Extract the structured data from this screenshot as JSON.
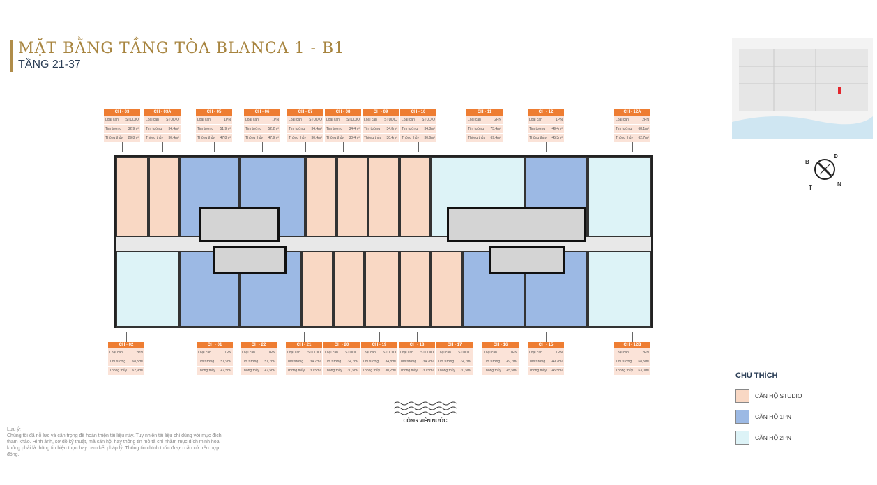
{
  "header": {
    "title": "MẶT BẰNG TẦNG TÒA BLANCA 1 - B1",
    "subtitle": "TẦNG 21-37"
  },
  "labels": {
    "type": "Loại căn",
    "gross": "Tim tường",
    "net": "Thông thủy"
  },
  "top_units": [
    {
      "id": "CH - 03",
      "type": "STUDIO",
      "gross": "32,9m²",
      "net": "29,8m²"
    },
    {
      "id": "CH - 03A",
      "type": "STUDIO",
      "gross": "34,4m²",
      "net": "30,4m²"
    },
    {
      "id": "CH - 05",
      "type": "1PN",
      "gross": "51,9m²",
      "net": "47,8m²"
    },
    {
      "id": "CH - 06",
      "type": "1PN",
      "gross": "52,2m²",
      "net": "47,9m²"
    },
    {
      "id": "CH - 07",
      "type": "STUDIO",
      "gross": "34,4m²",
      "net": "30,4m²"
    },
    {
      "id": "CH - 08",
      "type": "STUDIO",
      "gross": "34,4m²",
      "net": "30,4m²"
    },
    {
      "id": "CH - 09",
      "type": "STUDIO",
      "gross": "34,8m²",
      "net": "30,4m²"
    },
    {
      "id": "CH - 10",
      "type": "STUDIO",
      "gross": "34,8m²",
      "net": "30,6m²"
    },
    {
      "id": "CH - 11",
      "type": "2PN",
      "gross": "75,4m²",
      "net": "69,4m²"
    },
    {
      "id": "CH - 12",
      "type": "1PN",
      "gross": "49,4m²",
      "net": "45,3m²"
    },
    {
      "id": "CH - 12A",
      "type": "2PN",
      "gross": "68,1m²",
      "net": "62,7m²"
    }
  ],
  "bottom_units": [
    {
      "id": "CH - 02",
      "type": "2PN",
      "gross": "68,5m²",
      "net": "62,9m²"
    },
    {
      "id": "CH - 01",
      "type": "1PN",
      "gross": "51,9m²",
      "net": "47,5m²"
    },
    {
      "id": "CH - 22",
      "type": "1PN",
      "gross": "51,7m²",
      "net": "47,5m²"
    },
    {
      "id": "CH - 21",
      "type": "STUDIO",
      "gross": "34,7m²",
      "net": "30,5m²"
    },
    {
      "id": "CH - 20",
      "type": "STUDIO",
      "gross": "34,7m²",
      "net": "30,5m²"
    },
    {
      "id": "CH - 19",
      "type": "STUDIO",
      "gross": "34,8m²",
      "net": "30,2m²"
    },
    {
      "id": "CH - 18",
      "type": "STUDIO",
      "gross": "34,7m²",
      "net": "30,5m²"
    },
    {
      "id": "CH - 17",
      "type": "STUDIO",
      "gross": "34,7m²",
      "net": "30,5m²"
    },
    {
      "id": "CH - 16",
      "type": "1PN",
      "gross": "49,7m²",
      "net": "45,5m²"
    },
    {
      "id": "CH - 15",
      "type": "1PN",
      "gross": "49,7m²",
      "net": "45,5m²"
    },
    {
      "id": "CH - 12B",
      "type": "2PN",
      "gross": "68,5m²",
      "net": "63,0m²"
    }
  ],
  "compass": {
    "b": "B",
    "d": "Đ",
    "t": "T",
    "n": "N"
  },
  "park_label": "CÔNG VIÊN NƯỚC",
  "legend": {
    "title": "CHÚ THÍCH",
    "items": [
      {
        "label": "CĂN HỘ STUDIO",
        "color": "#f9d8c4"
      },
      {
        "label": "CĂN HỘ 1PN",
        "color": "#9cb9e4"
      },
      {
        "label": "CĂN HỘ 2PN",
        "color": "#ddf3f7"
      }
    ]
  },
  "note": {
    "title": "Lưu ý:",
    "text": "Chúng tôi đã nỗ lực và cẩn trọng để hoàn thiện tài liệu này. Tuy nhiên tài liệu chỉ dùng với mục đích tham khảo. Hình ảnh, sơ đồ kỹ thuật, mã căn hộ, hay thông tin mô tả chỉ nhằm mục đích minh họa, không phải là thông tin hiện thực hay cam kết pháp lý. Thông tin chính thức được căn cứ trên hợp đồng."
  }
}
